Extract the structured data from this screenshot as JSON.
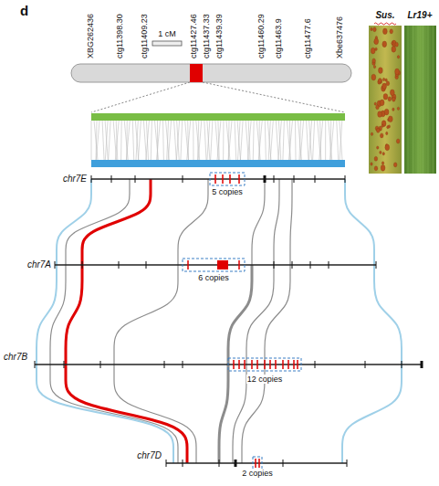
{
  "diagram": {
    "labels": [
      "d",
      "XBG262436",
      "ctg11398.30",
      "ctg11409.23",
      "ctg11427.46",
      "ctg11437.33",
      "ctg11439.39",
      "ctg11460.29",
      "ctg11463.9",
      "ctg11477.6",
      "Xbe637476",
      "1 cM",
      "chr7E",
      "5 copies",
      "chr7A",
      "6 copies",
      "chr7B",
      "12 copies",
      "chr7D",
      "2 copies",
      "Sus.",
      "Lr19+"
    ]
  }
}
